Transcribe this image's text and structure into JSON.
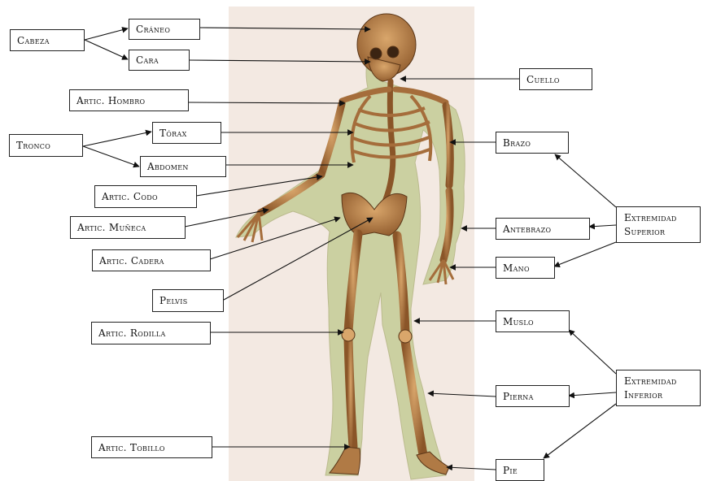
{
  "labels": {
    "cabeza": "Cabeza",
    "craneo": "Cráneo",
    "cara": "Cara",
    "cuello": "Cuello",
    "artic_hombro": "Artic. Hombro",
    "tronco": "Tronco",
    "torax": "Tórax",
    "abdomen": "Abdomen",
    "brazo": "Brazo",
    "artic_codo": "Artic. Codo",
    "artic_muneca": "Artic. Muñeca",
    "antebrazo": "Antebrazo",
    "extremidad_superior_1": "Extremidad",
    "extremidad_superior_2": "Superior",
    "artic_cadera": "Artic. Cadera",
    "mano": "Mano",
    "pelvis": "Pelvis",
    "muslo": "Muslo",
    "artic_rodilla": "Artic. Rodilla",
    "extremidad_inferior_1": "Extremidad",
    "extremidad_inferior_2": "Inferior",
    "pierna": "Pierna",
    "artic_tobillo": "Artic. Tobillo",
    "pie": "Pie"
  },
  "colors": {
    "bone": "#b07a45",
    "bone_dark": "#6e4422",
    "flesh": "#c9cf9e",
    "panel": "#f3e9e2",
    "line": "#111111"
  }
}
